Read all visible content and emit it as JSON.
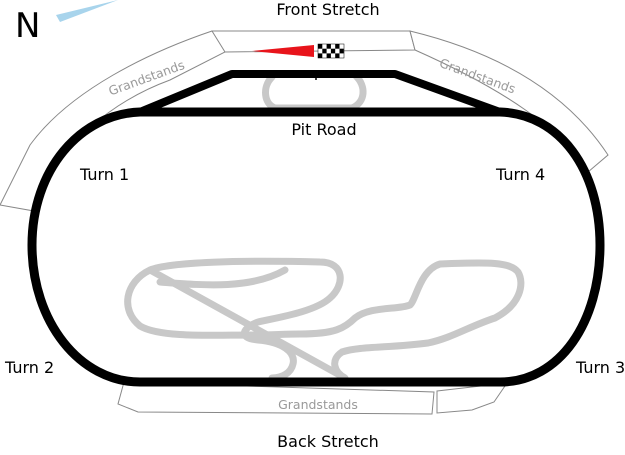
{
  "map": {
    "north_label": "N",
    "labels": {
      "front_stretch": "Front Stretch",
      "back_stretch": "Back Stretch",
      "pit_road": "Pit Road",
      "turn_1": "Turn 1",
      "turn_2": "Turn 2",
      "turn_3": "Turn 3",
      "turn_4": "Turn 4"
    },
    "grandstands": {
      "left": "Grandstands",
      "right": "Grandstands",
      "bottom": "Grandstands"
    },
    "colors": {
      "track": "#000000",
      "infield_course": "#c8c8c8",
      "grandstand_outline": "#888888",
      "grandstand_text": "#999999",
      "start_flag": "#e8141b",
      "north_arrow": "#a8d4ec"
    },
    "icons": [
      "north-arrow-icon",
      "start-flag-icon",
      "checkered-flag-icon"
    ]
  }
}
